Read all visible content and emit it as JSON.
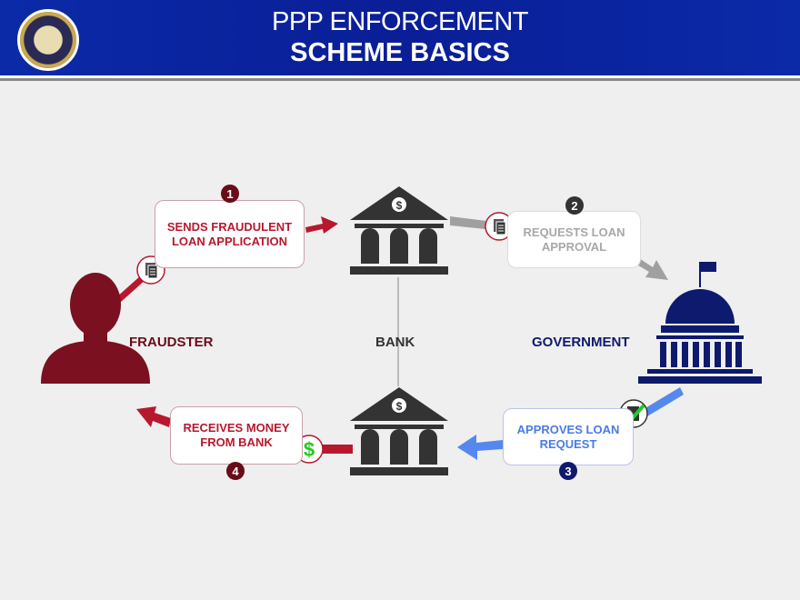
{
  "header": {
    "title_line1": "PPP ENFORCEMENT",
    "title_line2": "SCHEME BASICS",
    "logo": "doj-seal"
  },
  "actors": {
    "fraudster": "FRAUDSTER",
    "bank": "BANK",
    "government": "GOVERNMENT"
  },
  "steps": [
    {
      "number": "1",
      "text": "SENDS FRAUDULENT LOAN APPLICATION",
      "icon": "document-icon"
    },
    {
      "number": "2",
      "text": "REQUESTS LOAN APPROVAL",
      "icon": "document-icon"
    },
    {
      "number": "3",
      "text": "APPROVES LOAN REQUEST",
      "icon": "document-check-icon"
    },
    {
      "number": "4",
      "text": "RECEIVES MONEY FROM BANK",
      "icon": "dollar-icon"
    }
  ],
  "colors": {
    "header": "#0a1e96",
    "fraudster": "#7a1020",
    "red": "#b8182e",
    "bank": "#333333",
    "government": "#0d1a6e",
    "blue_arrow": "#5588ee",
    "grey_arrow": "#a0a0a0"
  }
}
